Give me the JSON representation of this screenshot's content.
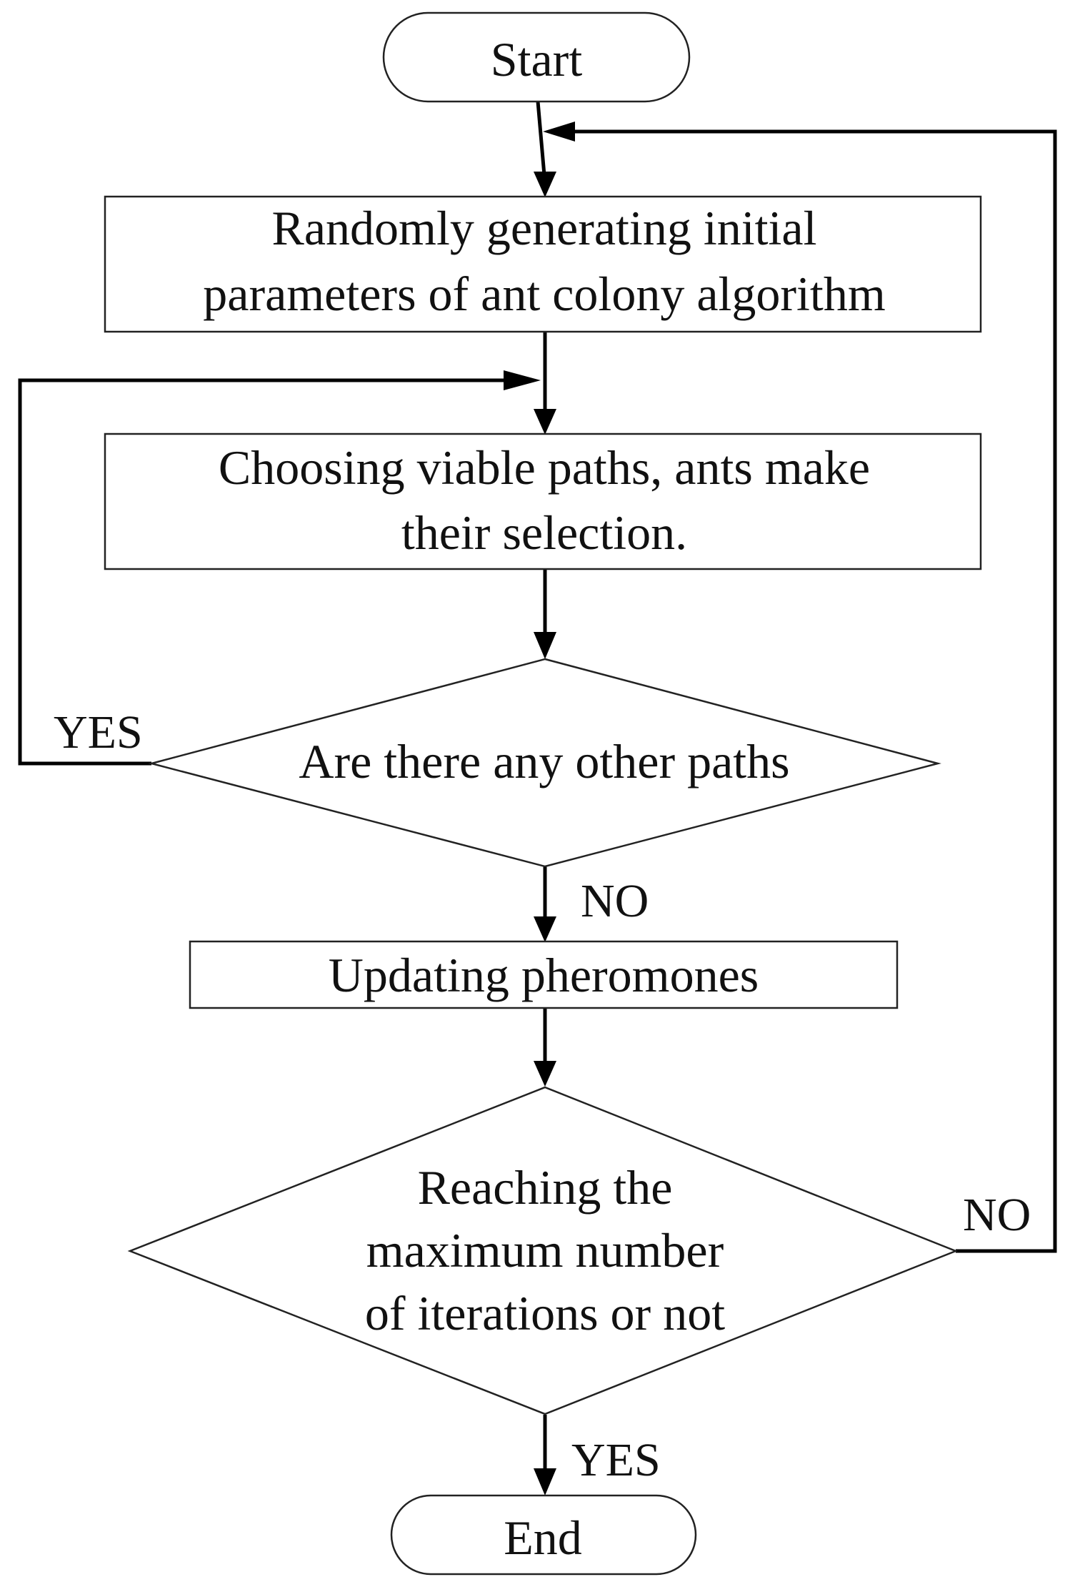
{
  "nodes": {
    "start": {
      "label": "Start"
    },
    "init": {
      "lines": [
        "Randomly generating initial",
        "parameters of ant colony algorithm"
      ]
    },
    "choose": {
      "lines": [
        "Choosing viable paths, ants make",
        "their selection."
      ]
    },
    "other_paths": {
      "label": "Are there any other paths"
    },
    "update": {
      "label": "Updating pheromones"
    },
    "max_iter": {
      "lines": [
        "Reaching the",
        "maximum number",
        "of iterations or not"
      ]
    },
    "end": {
      "label": "End"
    }
  },
  "edges": {
    "other_paths_yes": "YES",
    "other_paths_no": "NO",
    "max_iter_no": "NO",
    "max_iter_yes": "YES"
  }
}
